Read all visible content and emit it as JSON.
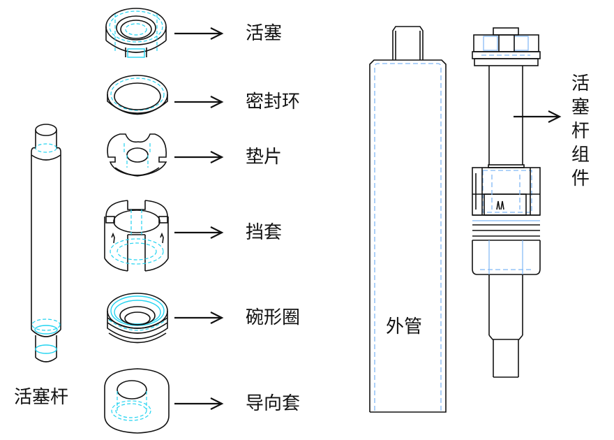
{
  "diagram": {
    "type": "exploded-assembly",
    "colors": {
      "outline": "#111111",
      "hidden_line_cyan": "#22d3f0",
      "hidden_line_blue": "#7fb6f5",
      "background": "#ffffff"
    },
    "parts": [
      {
        "id": "piston",
        "label": "活塞"
      },
      {
        "id": "seal-ring",
        "label": "密封环"
      },
      {
        "id": "gasket",
        "label": "垫片"
      },
      {
        "id": "retaining-sleeve",
        "label": "挡套"
      },
      {
        "id": "cup-seal",
        "label": "碗形圈"
      },
      {
        "id": "guide-sleeve",
        "label": "导向套"
      }
    ],
    "piston_rod": {
      "label": "活塞杆"
    },
    "outer_tube": {
      "label": "外管"
    },
    "assembly": {
      "label_chars": [
        "活",
        "塞",
        "杆",
        "组",
        "件"
      ]
    }
  }
}
